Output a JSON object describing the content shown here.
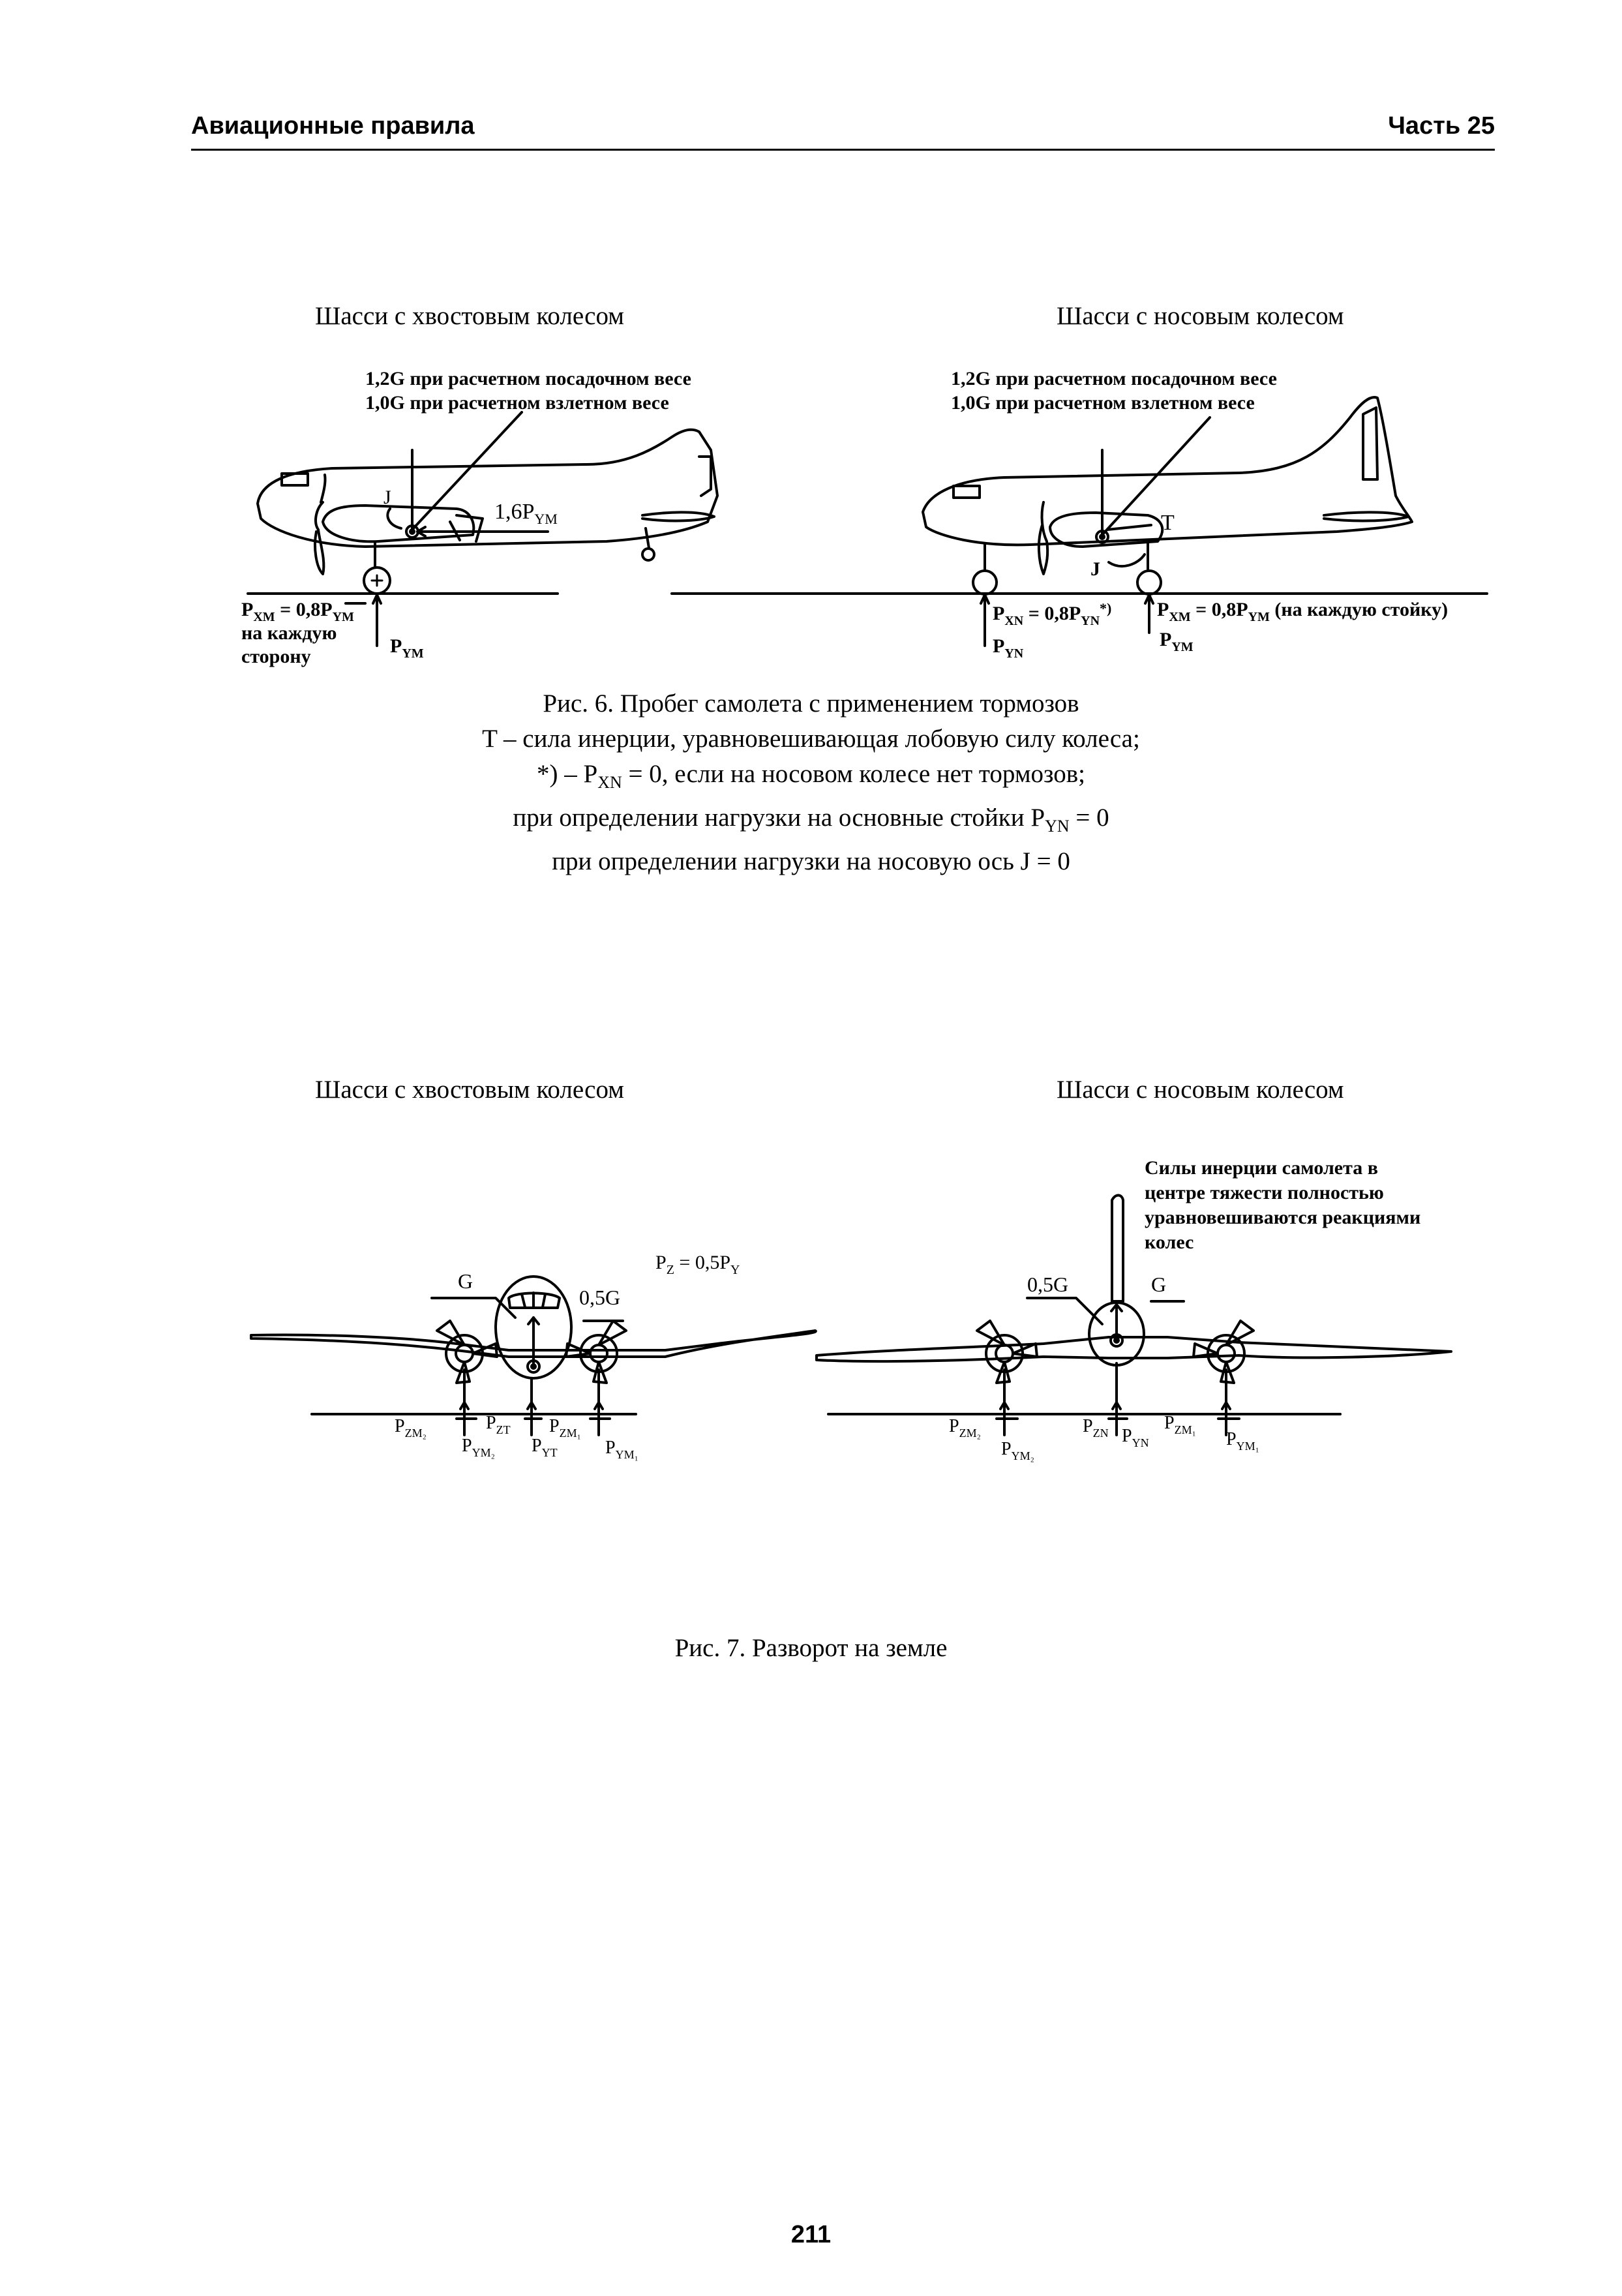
{
  "header": {
    "left": "Авиационные правила",
    "right": "Часть 25"
  },
  "fig6": {
    "left_title": "Шасси с хвостовым колесом",
    "right_title": "Шасси с носовым колесом",
    "left_note": [
      "1,2G при расчетном посадочном весе",
      "1,0G при расчетном взлетном весе"
    ],
    "right_note": [
      "1,2G при расчетном посадочном весе",
      "1,0G при расчетном взлетном весе"
    ],
    "label_J": "J",
    "label_T": "T",
    "label_1_6P": "1,6P",
    "sub_YM": "YM",
    "label_Pxm_left": "P",
    "label_each_side": [
      "на каждую",
      "сторону"
    ],
    "suffix_each_strut": "(на каждую стойку)",
    "star": "*)",
    "caption": [
      "Рис. 6. Пробег самолета с применением тормозов",
      "T – сила инерции, уравновешивающая лобовую силу колеса;",
      "*) – P",
      "при определении нагрузки на основные стойки P",
      "при определении нагрузки на носовую ось J = 0"
    ],
    "caption_tails": {
      "xn_sub": "XN",
      "xn_rest": " = 0, если на носовом колесе нет тормозов;",
      "yn_sub": "YN",
      "yn_rest": " = 0"
    }
  },
  "fig7": {
    "left_title": "Шасси с хвостовым колесом",
    "right_title": "Шасси с носовым колесом",
    "right_note": [
      "Силы инерции самолета в",
      "центре тяжести полностью",
      "уравновешиваются реакциями",
      "колес"
    ],
    "label_G": "G",
    "label_05G": "0,5G",
    "label_Pz": "P",
    "caption": "Рис. 7. Разворот на земле"
  },
  "page_number": "211"
}
